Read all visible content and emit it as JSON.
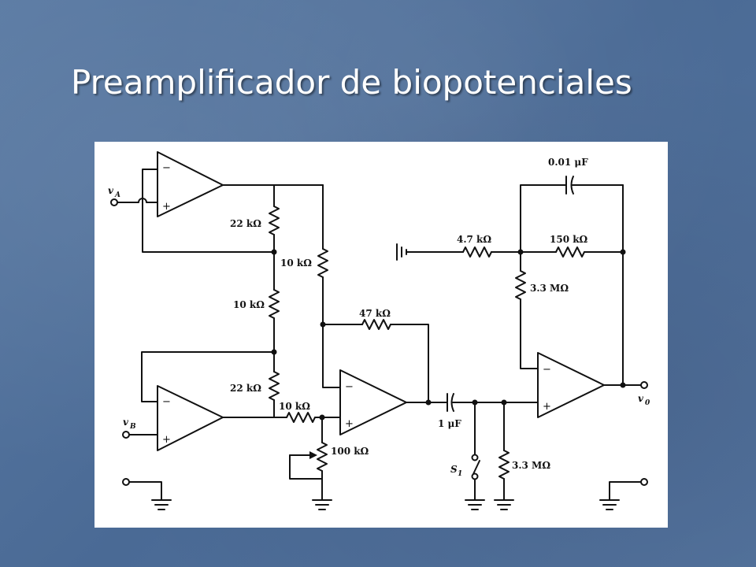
{
  "slide": {
    "title": "Preamplificador de biopotenciales"
  },
  "colors": {
    "background": "#4f6f99",
    "title_text": "#ffffff",
    "figure_background": "#ffffff",
    "wire": "#111111"
  },
  "diagram": {
    "inputs": {
      "va": {
        "symbol": "v",
        "sub": "A"
      },
      "vb": {
        "symbol": "v",
        "sub": "B"
      },
      "vo": {
        "symbol": "v",
        "sub": "0"
      }
    },
    "opamp_signs": {
      "minus": "−",
      "plus": "+"
    },
    "components": {
      "r_22k_top": "22 kΩ",
      "r_10k_mid": "10 kΩ",
      "r_22k_bottom": "22 kΩ",
      "r_10k_right": "10 kΩ",
      "r_10k_in": "10 kΩ",
      "r_47k": "47 kΩ",
      "pot_100k": "100 kΩ",
      "c_1u": "1 μF",
      "switch_s1": {
        "symbol": "S",
        "sub": "1"
      },
      "r_3m3_ground": "3.3 MΩ",
      "r_4k7": "4.7 kΩ",
      "r_150k": "150 kΩ",
      "r_3m3_feedback": "3.3 MΩ",
      "c_0u01": "0.01 μF"
    }
  }
}
